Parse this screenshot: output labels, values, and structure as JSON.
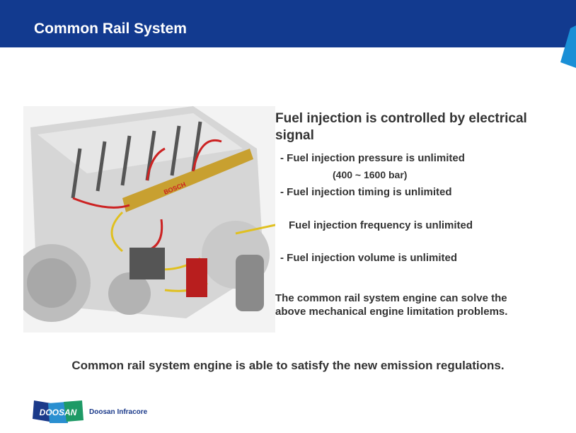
{
  "header": {
    "title": "Common Rail System"
  },
  "content": {
    "heading": "Fuel injection is controlled by electrical signal",
    "bullets": [
      "-  Fuel injection pressure is unlimited",
      "(400 ~ 1600 bar)",
      "-  Fuel injection timing is unlimited",
      "Fuel injection frequency is unlimited",
      "-  Fuel injection volume is unlimited"
    ],
    "summary_line1": "The common rail system engine can solve the",
    "summary_line2": "above mechanical engine limitation problems.",
    "image_label": "BOSCH"
  },
  "footer": {
    "statement": "Common rail system engine is able to satisfy the new emission regulations.",
    "logo_text": "DOOSAN",
    "company": "Doosan Infracore"
  },
  "colors": {
    "header": "#123a8f",
    "accent": "#1a8fd6",
    "rail": "#c8a030",
    "pipe": "#cc2222"
  }
}
